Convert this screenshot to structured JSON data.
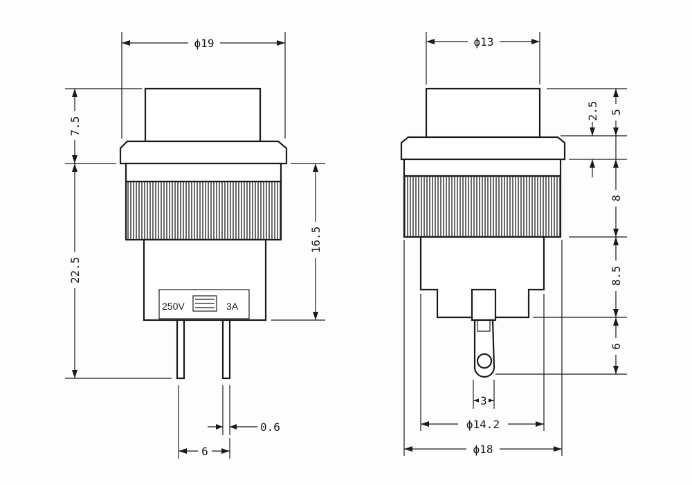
{
  "left_view": {
    "dims": {
      "top_width": "ϕ19",
      "cap_height": "7.5",
      "total_height": "22.5",
      "body_height": "16.5",
      "pin_thickness": "0.6",
      "pin_spacing": "6"
    },
    "label": {
      "voltage": "250V",
      "current": "3A"
    }
  },
  "right_view": {
    "dims": {
      "cap_width": "ϕ13",
      "cap_h1": "2.5",
      "cap_h2": "5",
      "ring_height": "8",
      "body_height": "8.5",
      "terminal_height": "6",
      "hole_width": "3",
      "body_width": "ϕ14.2",
      "flange_width": "ϕ18"
    }
  }
}
